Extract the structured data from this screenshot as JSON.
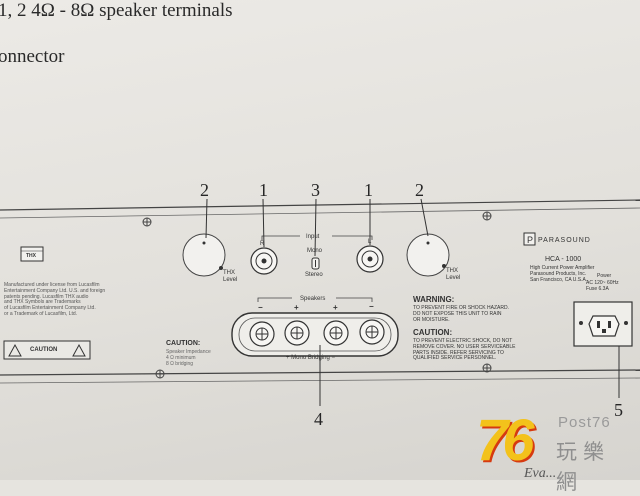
{
  "text": {
    "line1": "1, 2  4Ω - 8Ω speaker terminals",
    "line2": "onnector"
  },
  "callouts": {
    "c2_left": "2",
    "c1_left": "1",
    "c3": "3",
    "c1_right": "1",
    "c2_right": "2",
    "c4": "4",
    "c5": "5"
  },
  "panel": {
    "input": "Input",
    "r": "R",
    "l": "L",
    "mono": "Mono",
    "stereo": "Stereo",
    "thx_left": "THX\nLevel",
    "thx_right": "THX\nLevel",
    "thx_badge": "THX",
    "license_text": "Manufactured under license from Lucasfilm\nEntertainment Company Ltd. U.S. and foreign\npatents pending. Lucasfilm THX audio\nand THX Symbols are Trademarks\nof Lucasfilm Entertainment Company Ltd.\nor a Trademark of Lucasfilm, Ltd.",
    "caution_label": "CAUTION",
    "caution_left": "CAUTION:",
    "caution_left_body": "Speaker Impedance\n4 Ω minimum\n8 Ω bridging",
    "speakers": "Speakers",
    "minus": "−",
    "plus": "+",
    "mono_bridging": "+ Mono Bridging −",
    "warning_title": "WARNING:",
    "warning_body": "TO PREVENT FIRE OR SHOCK HAZARD.\nDO NOT EXPOSE THIS UNIT TO RAIN\nOR MOISTURE.",
    "caution_title": "CAUTION:",
    "caution_body": "TO PREVENT ELECTRIC SHOCK, DO NOT\nREMOVE COVER. NO USER SERVICEABLE\nPARTS INSIDE. REFER SERVICING TO\nQUALIFIED SERVICE PERSONNEL.",
    "brand": "PARASOUND",
    "model": "HCA - 1000",
    "desc": "High Current Power Amplifier\nParasound Products, Inc.\nSan Francisco, CA U.S.A.",
    "power_label": "Power",
    "power_spec": "AC 120~ 60Hz\nFuse 6.3A"
  },
  "logo": {
    "number": "76",
    "post": "Post76",
    "chinese": "玩樂網"
  },
  "footer_hand": "Eva..."
}
